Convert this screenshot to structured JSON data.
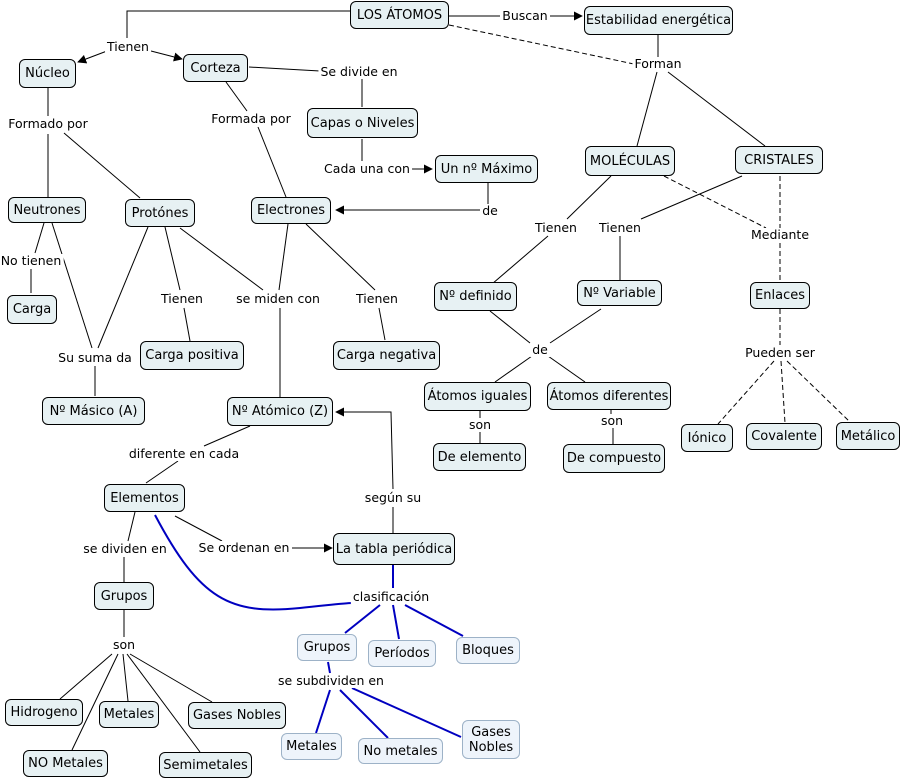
{
  "nodes": {
    "los_atomos": "LOS ÁTOMOS",
    "estabilidad": "Estabilidad energética",
    "nucleo": "Núcleo",
    "corteza": "Corteza",
    "capas": "Capas o Niveles",
    "max": "Un nº Máximo",
    "moleculas": "MOLÉCULAS",
    "cristales": "CRISTALES",
    "neutrones": "Neutrones",
    "protones": "Protónes",
    "electrones": "Electrones",
    "carga": "Carga",
    "carga_pos": "Carga positiva",
    "carga_neg": "Carga negativa",
    "masico": "Nº Másico (A)",
    "atomico": "Nº Atómico (Z)",
    "definido": "Nº definido",
    "variable": "Nº Variable",
    "enlaces": "Enlaces",
    "atomos_iguales": "Átomos iguales",
    "atomos_diferentes": "Átomos diferentes",
    "de_elemento": "De elemento",
    "de_compuesto": "De compuesto",
    "ionico": "Iónico",
    "covalente": "Covalente",
    "metalico": "Metálico",
    "elementos": "Elementos",
    "tabla": "La tabla periódica",
    "grupos": "Grupos",
    "hidrogeno": "Hidrogeno",
    "metales": "Metales",
    "gases_nobles": "Gases Nobles",
    "no_metales": "NO Metales",
    "semimetales": "Semimetales",
    "grupos2": "Grupos",
    "periodos": "Períodos",
    "bloques": "Bloques",
    "metales2": "Metales",
    "no_metales2": "No metales",
    "gases_nobles2": "Gases Nobles"
  },
  "labels": {
    "tienen": "Tienen",
    "buscan": "Buscan",
    "forman": "Forman",
    "se_divide_en": "Se divide en",
    "formado_por": "Formado por",
    "formada_por": "Formada por",
    "cada_una_con": "Cada una con",
    "de": "de",
    "tienen_mol": "Tienen",
    "tienen_cri": "Tienen",
    "mediante": "Mediante",
    "no_tienen": "No tienen",
    "tienen_p": "Tienen",
    "se_miden_con": "se miden con",
    "tienen_e": "Tienen",
    "su_suma_da": "Su suma da",
    "de2": "de",
    "pueden_ser": "Pueden ser",
    "son1": "son",
    "son2": "son",
    "diferente_en_cada": "diferente en cada",
    "segun_su": "según su",
    "se_dividen_en": "se dividen en",
    "se_ordenan_en": "Se ordenan en",
    "clasificacion": "clasificación",
    "son3": "son",
    "se_subdividen_en": "se subdividen en"
  },
  "colors": {
    "node_fill": "#e7f1f3",
    "blue_node_fill": "#eef4fb",
    "blue_line": "#0000c0",
    "line": "#000000"
  }
}
